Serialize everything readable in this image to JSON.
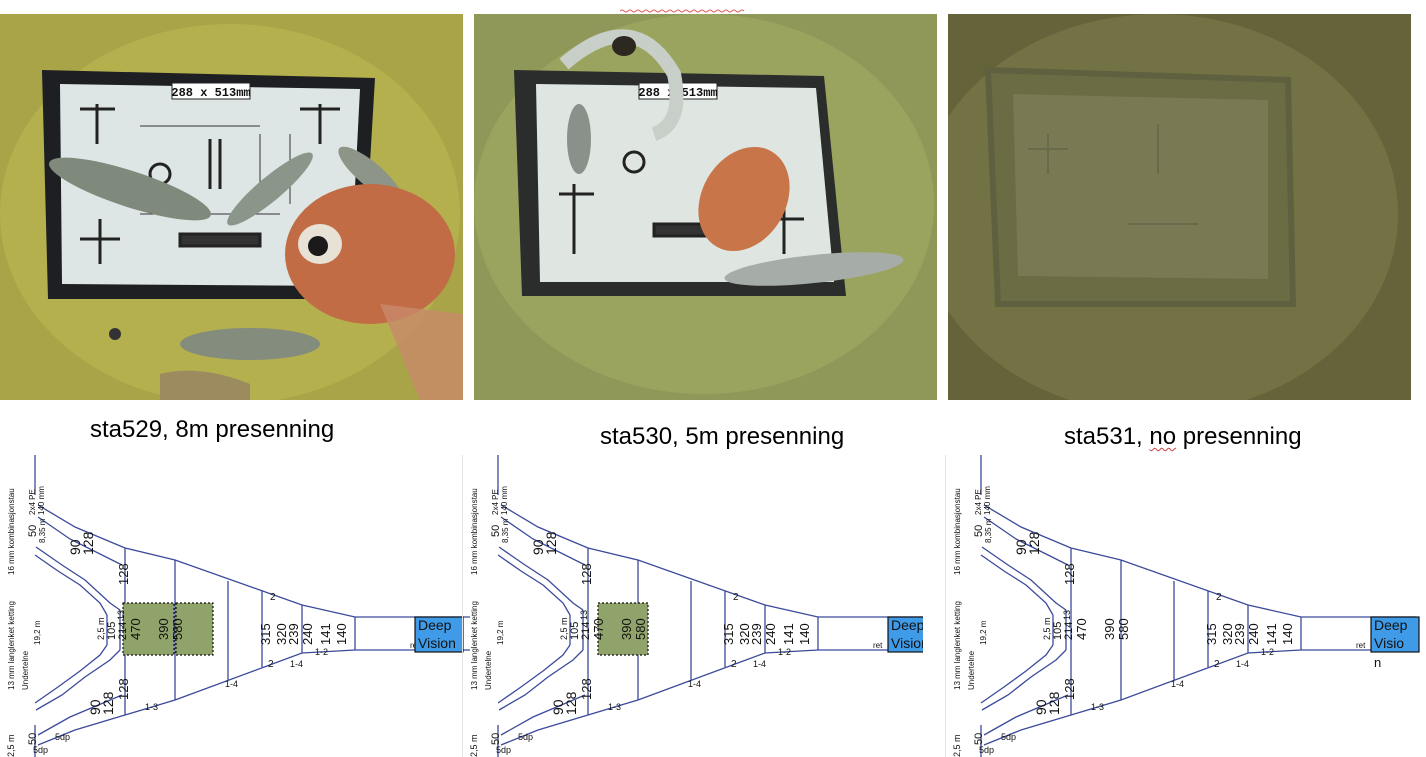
{
  "panels": [
    {
      "caption": "sta529, 8m presenning",
      "chart_label": "288 x 513mm",
      "diagram_labels": {
        "vision_line1": "Deep",
        "vision_line2": "Vision"
      }
    },
    {
      "caption": "sta530, 5m presenning",
      "chart_label": "288 x 513mm",
      "diagram_labels": {
        "vision_line1": "Deep",
        "vision_line2": "Vision"
      }
    },
    {
      "caption_pre": "sta531, ",
      "caption_word": "no",
      "caption_post": " presenning",
      "diagram_labels": {
        "vision_line1": "Deep",
        "vision_line2": "Visio",
        "vision_line3": "n"
      }
    }
  ],
  "trawl": {
    "rope_top": "2x4 PE\n140 mm",
    "rope_combo": "16 mm kombinasjonstau",
    "chain": "13 mm langlenket ketting",
    "underline": "Undertelne\n19,2 m",
    "pe_side": "2x4 PE 140 mm",
    "len_835": "8,35 m",
    "len_25": "2,5 m",
    "len_25b": "2,5 m",
    "m50": "50",
    "m90": "90",
    "m128": "128",
    "m13": "13",
    "m105": "105",
    "m214": "214",
    "m470": "470",
    "m390": "390",
    "m580": "580",
    "m315": "315",
    "m320": "320",
    "m239": "239",
    "m240": "240",
    "m141": "141",
    "m140": "140",
    "r2": "2",
    "r14": "1-4",
    "r12": "1-2",
    "r13": "1-3",
    "r5dp": "5dp",
    "ret": "ret"
  },
  "colors": {
    "water_yellow": "#a7a84a",
    "water_green": "#8f9a5a",
    "water_murky": "#6f6f42",
    "net_line": "#3b4a9a",
    "panel_green": "#8fa36a",
    "vision_blue": "#3f9be8"
  }
}
